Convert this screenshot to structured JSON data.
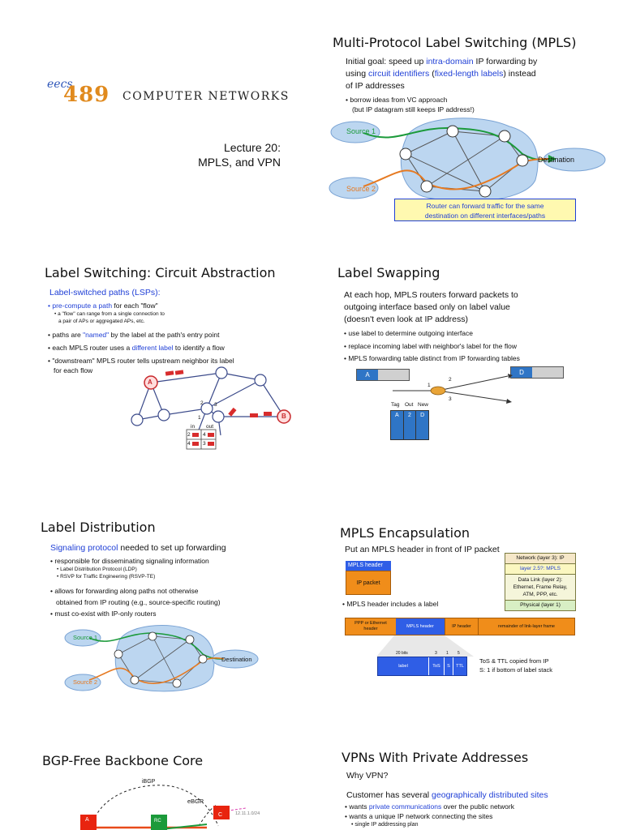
{
  "s1": {
    "logo_num": "489",
    "logo_prefix": "eecs",
    "course": "COMPUTER NETWORKS",
    "lecture": "Lecture 20:",
    "topic": "MPLS, and VPN"
  },
  "s2": {
    "title": "Multi-Protocol Label Switching (MPLS)",
    "l1a": "Initial goal: speed up ",
    "l1b": "intra-domain",
    "l1c": " IP forwarding by",
    "l2a": "using ",
    "l2b": "circuit identifiers",
    "l2c": " (",
    "l2d": "fixed-length labels",
    "l2e": ") instead",
    "l3": "of IP addresses",
    "b1": "borrow ideas from VC approach",
    "b1b": "(but IP datagram still keeps IP address!)",
    "src1": "Source 1",
    "src2": "Source 2",
    "dest": "Destination",
    "note1": "Router can forward traffic for the same",
    "note2": "destination on different interfaces/paths"
  },
  "s3": {
    "title": "Label Switching: Circuit Abstraction",
    "sub": "Label-switched paths (LSPs):",
    "b1a": "pre-compute a path",
    "b1b": " for each \"flow\"",
    "b1s1": "a \"flow\" can range from a single connection to",
    "b1s2": "a pair of APs or aggregated APs, etc.",
    "b2a": "paths are ",
    "b2b": "\"named\"",
    "b2c": " by the label at the path's entry point",
    "b3a": "each MPLS router uses a ",
    "b3b": "different label",
    "b3c": " to identify a flow",
    "b4a": "\"downstream\" MPLS router tells upstream neighbor its label",
    "b4b": "for each flow",
    "nodeA": "A",
    "nodeB": "B",
    "p1": "1",
    "p2": "2",
    "p3": "3",
    "in": "in",
    "out": "out",
    "r1in": "2",
    "r1out": "4",
    "r2in": "4",
    "r2out": "3"
  },
  "s4": {
    "title": "Label Swapping",
    "l1": "At each hop, MPLS routers forward packets to",
    "l2": "outgoing interface based only on label value",
    "l3": "(doesn't even look at IP address)",
    "b1": "use label to determine outgoing interface",
    "b2": "replace incoming label with neighbor's label for the flow",
    "b3": "MPLS forwarding table distinct from IP forwarding tables",
    "pktA": "A",
    "pktD": "D",
    "p1": "1",
    "p2": "2",
    "p3": "3",
    "th1": "Tag",
    "th2": "Out",
    "th3": "New",
    "c1": "A",
    "c2": "2",
    "c3": "D"
  },
  "s5": {
    "title": "Label Distribution",
    "sub_a": "Signaling protocol",
    "sub_b": " needed to set up forwarding",
    "b1": "responsible for disseminating signaling information",
    "b1s1": "Label Distribution Protocol (LDP)",
    "b1s2": "RSVP for Traffic Engineering (RSVP-TE)",
    "b2a": "allows for forwarding along paths not otherwise",
    "b2b": "obtained from IP routing (e.g., source-specific routing)",
    "b3": "must co-exist with IP-only routers",
    "src1": "Source 1",
    "src2": "Source 2",
    "dest": "Destination"
  },
  "s6": {
    "title": "MPLS Encapsulation",
    "l1": "Put an MPLS header in front of IP packet",
    "mh": "MPLS header",
    "ip": "IP packet",
    "b1": "MPLS header includes a label",
    "layer3": "Network (layer 3): IP",
    "layer25": "layer 2.5?: MPLS",
    "layer2a": "Data Link (layer 2):",
    "layer2b": "Ethernet, Frame Relay,",
    "layer2c": "ATM, PPP, etc.",
    "layer1": "Physical (layer 1)",
    "f1a": "PPP or Ethernet",
    "f1b": "header",
    "f2": "MPLS header",
    "f3": "IP header",
    "f4": "remainder of link-layer frame",
    "bits": "20 bits",
    "b3": "3",
    "b1n": "1",
    "b5": "5",
    "lbl": "label",
    "tos": "ToS",
    "sb": "S",
    "ttl": "TTL",
    "n1": "ToS & TTL copied from IP",
    "n2": "S: 1 if bottom of label stack"
  },
  "s7": {
    "title": "BGP-Free Backbone Core",
    "ibgp": "iBGP",
    "ebgp": "eBGP",
    "a": "A",
    "rc": "RC",
    "c": "C",
    "prefix": "12.11.1.0/24"
  },
  "s8": {
    "title": "VPNs With Private Addresses",
    "why": "Why VPN?",
    "l1a": "Customer has several ",
    "l1b": "geographically distributed sites",
    "b1a": "wants ",
    "b1b": "private communications",
    "b1c": " over the public network",
    "b2": "wants a unique IP network connecting the sites",
    "b2s": "single IP addressing plan"
  }
}
